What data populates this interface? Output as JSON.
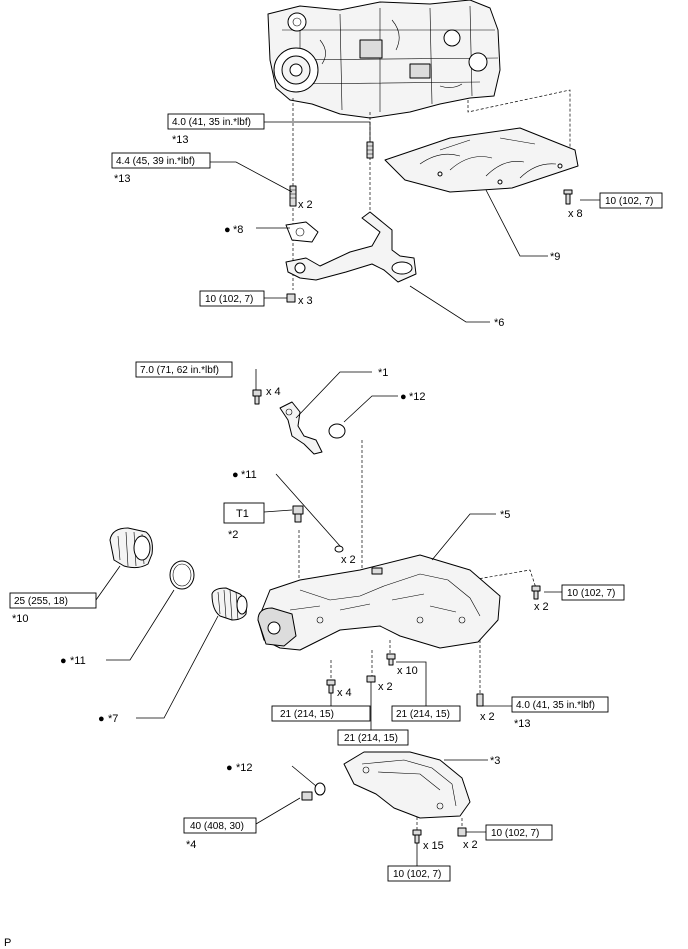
{
  "callouts": {
    "c1": "*1",
    "c2": "*2",
    "c3": "*3",
    "c4": "*4",
    "c5": "*5",
    "c6": "*6",
    "c7": "*7",
    "c8": "*8",
    "c9": "*9",
    "c10": "*10",
    "c11a": "*11",
    "c11b": "*11",
    "c12a": "*12",
    "c12b": "*12",
    "c13a": "*13",
    "c13b": "*13",
    "c13c": "*13"
  },
  "torque": {
    "t_stud_upper": "4.0 (41, 35 in.*lbf)",
    "t_stud_left": "4.4 (45, 39 in.*lbf)",
    "t_baffle_bolt": "10 (102, 7)",
    "t_strainer_nut": "10 (102, 7)",
    "t_sensor_bolt": "7.0 (71, 62 in.*lbf)",
    "t_pan_side": "10 (102, 7)",
    "t_filter_cap": "25 (255, 18)",
    "t_pan_stud_right": "4.0 (41, 35 in.*lbf)",
    "t_pan_bolt_a": "21 (214, 15)",
    "t_pan_bolt_b": "21 (214, 15)",
    "t_pan_bolt_c": "21 (214, 15)",
    "t_drain_plug": "40 (408, 30)",
    "t_pan2_right": "10 (102, 7)",
    "t_pan2_bottom": "10 (102, 7)",
    "tool_t1": "T1"
  },
  "counts": {
    "n_stud_left": "x 2",
    "n_baffle": "x 8",
    "n_strainer_nut": "x 3",
    "n_sensor": "x 4",
    "n_oring": "x 2",
    "n_pan_side": "x 2",
    "n_pan_a": "x 4",
    "n_pan_b": "x 10",
    "n_pan_c": "x 2",
    "n_pan_stud": "x 2",
    "n_pan2_right": "x 2",
    "n_pan2_bottom": "x 15"
  },
  "bullet": "●",
  "footer_code": "P"
}
